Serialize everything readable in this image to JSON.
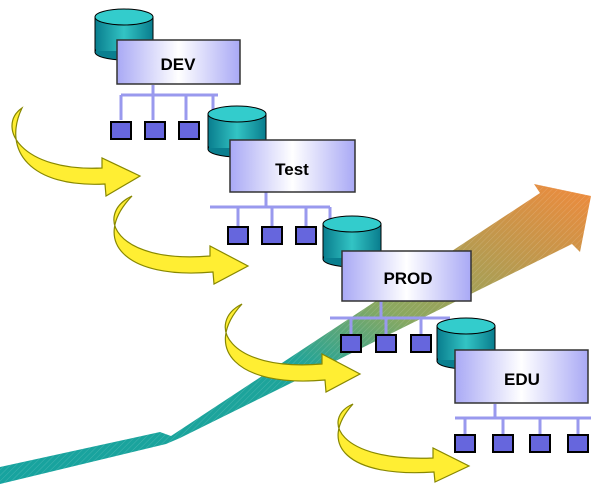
{
  "diagram": {
    "environments": [
      {
        "label": "DEV"
      },
      {
        "label": "Test"
      },
      {
        "label": "PROD"
      },
      {
        "label": "EDU"
      }
    ],
    "colors": {
      "server_fill_light": "#ffffff",
      "server_fill_dark": "#a9a9f5",
      "server_border": "#333333",
      "cylinder_top": "#33cccc",
      "cylinder_body": "#0f8f9f",
      "cylinder_border": "#000000",
      "network_line": "#9999ee",
      "node_fill": "#6666dd",
      "node_border": "#000000",
      "curved_arrow_fill": "#ffee33",
      "curved_arrow_border": "#888800",
      "trend_arrow_start": "#17a39f",
      "trend_arrow_end": "#f08a3c"
    },
    "icons": {
      "database": "database-cylinder-icon",
      "server": "server-box-icon",
      "node": "network-node-icon",
      "promotion_arrow": "curved-arrow-icon",
      "trend_arrow": "diagonal-arrow-icon"
    }
  }
}
